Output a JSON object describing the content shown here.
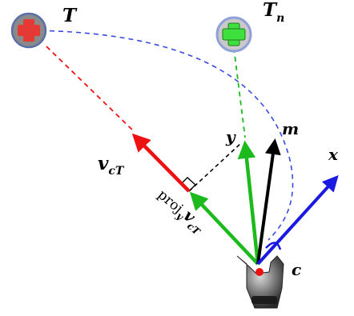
{
  "labels": {
    "target": "T",
    "target_n_main": "T",
    "target_n_sub": "n",
    "vector_m": "m",
    "vector_x": "x",
    "vector_y": "y",
    "vector_v_main": "v",
    "vector_v_sub": "cT",
    "origin_c": "c",
    "projection_main": "proj",
    "projection_sub": "y",
    "projection_v_main": "v",
    "projection_v_sub": "cT"
  },
  "colors": {
    "target_fill": "#E53935",
    "target_bg": "#8A8A8A",
    "target_n_fill": "#3DE03D",
    "target_n_bg": "#C9C9C9",
    "arc_dashed": "#3A4BE0",
    "vector_v": "#EE1111",
    "vector_y": "#1DBA1D",
    "vector_m": "#000000",
    "vector_x": "#1A1AE0",
    "projection_perp": "#000000"
  },
  "icons": {
    "target": "medical-cross-icon",
    "target_n": "medical-cross-icon",
    "hand": "robot-hand-icon"
  }
}
